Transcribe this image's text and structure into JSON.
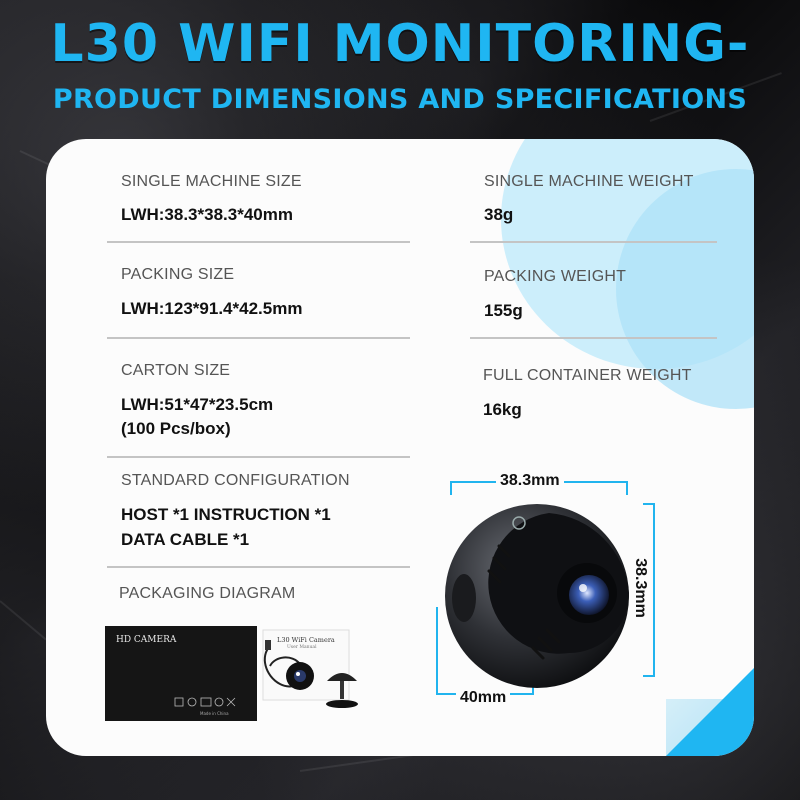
{
  "header": {
    "title": "L30 WIFI MONITORING-",
    "subtitle": "PRODUCT DIMENSIONS AND SPECIFICATIONS"
  },
  "specs": {
    "single_size_label": "SINGLE MACHINE SIZE",
    "single_size_value": "LWH:38.3*38.3*40mm",
    "single_weight_label": "SINGLE MACHINE WEIGHT",
    "single_weight_value": "38g",
    "packing_size_label": "PACKING SIZE",
    "packing_size_value": "LWH:123*91.4*42.5mm",
    "packing_weight_label": "PACKING WEIGHT",
    "packing_weight_value": "155g",
    "carton_size_label": "CARTON SIZE",
    "carton_size_value_line1": "LWH:51*47*23.5cm",
    "carton_size_value_line2": "(100 Pcs/box)",
    "container_weight_label": "FULL CONTAINER WEIGHT",
    "container_weight_value": "16kg",
    "config_label": "STANDARD CONFIGURATION",
    "config_value_line1": "HOST *1 INSTRUCTION *1",
    "config_value_line2": "DATA CABLE *1",
    "diagram_label": "PACKAGING DIAGRAM"
  },
  "package_box": {
    "box_text": "HD CAMERA",
    "manual_title": "L30 WiFi Camera",
    "manual_subtitle": "User Manual",
    "made_in": "Made in China"
  },
  "dimensions": {
    "width": "38.3mm",
    "height": "38.3mm",
    "depth": "40mm"
  },
  "colors": {
    "accent": "#1fb6f2",
    "card": "#fcfcfc",
    "background": "#0d0d0f"
  }
}
